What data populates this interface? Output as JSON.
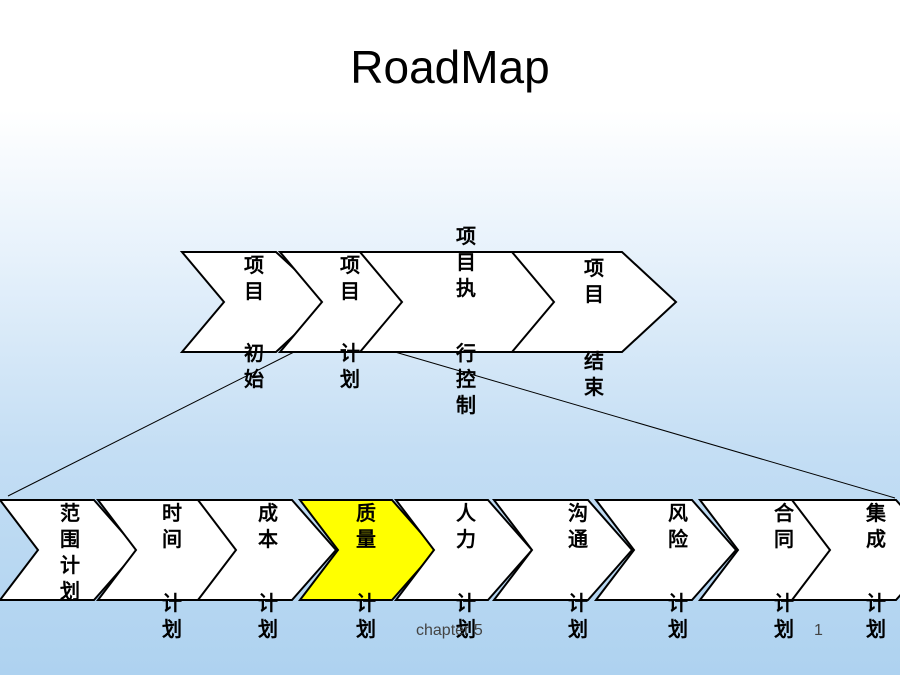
{
  "slide": {
    "title": "RoadMap",
    "footer_chapter": "chapter 5",
    "page_number": "1"
  },
  "colors": {
    "chevron_fill": "#ffffff",
    "chevron_stroke": "#000000",
    "highlight_fill": "#ffff00"
  },
  "phases": [
    {
      "top": [
        "项",
        "目"
      ],
      "bottom": [
        "初",
        "始"
      ]
    },
    {
      "top": [
        "项",
        "目"
      ],
      "bottom": [
        "计",
        "划"
      ]
    },
    {
      "top": [
        "项",
        "目",
        "执"
      ],
      "bottom": [
        "行",
        "控",
        "制"
      ]
    },
    {
      "top": [
        "项",
        "目"
      ],
      "bottom": [
        "结",
        "束"
      ]
    }
  ],
  "plans": [
    {
      "top": [
        "范",
        "围",
        "计",
        "划"
      ],
      "bottom": [],
      "highlighted": false
    },
    {
      "top": [
        "时",
        "间"
      ],
      "bottom": [
        "计",
        "划"
      ],
      "highlighted": false
    },
    {
      "top": [
        "成",
        "本"
      ],
      "bottom": [
        "计",
        "划"
      ],
      "highlighted": false
    },
    {
      "top": [
        "质",
        "量"
      ],
      "bottom": [
        "计",
        "划"
      ],
      "highlighted": true
    },
    {
      "top": [
        "人",
        "力"
      ],
      "bottom": [
        "计",
        "划"
      ],
      "highlighted": false
    },
    {
      "top": [
        "沟",
        "通"
      ],
      "bottom": [
        "计",
        "划"
      ],
      "highlighted": false
    },
    {
      "top": [
        "风",
        "险"
      ],
      "bottom": [
        "计",
        "划"
      ],
      "highlighted": false
    },
    {
      "top": [
        "合",
        "同"
      ],
      "bottom": [
        "计",
        "划"
      ],
      "highlighted": false
    },
    {
      "top": [
        "集",
        "成"
      ],
      "bottom": [
        "计",
        "划"
      ],
      "highlighted": false
    }
  ]
}
